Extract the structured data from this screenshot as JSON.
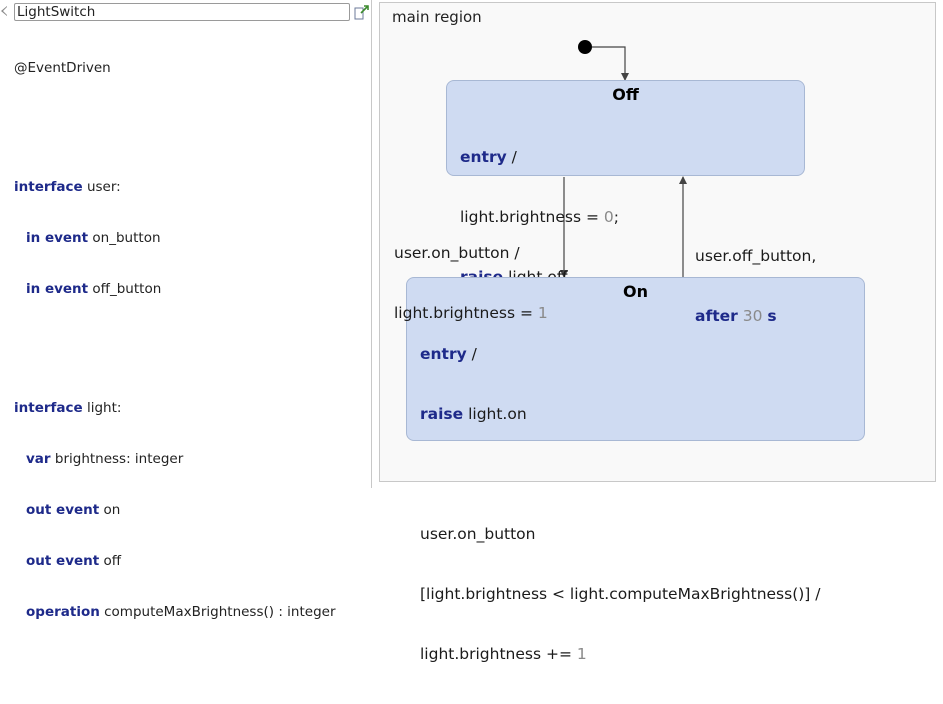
{
  "editor": {
    "statechart_name": "LightSwitch",
    "annotation": "@EventDriven",
    "interfaces": [
      {
        "keyword": "interface",
        "name": "user:",
        "members": [
          {
            "keyword": "in event",
            "text": "on_button"
          },
          {
            "keyword": "in event",
            "text": "off_button"
          }
        ]
      },
      {
        "keyword": "interface",
        "name": "light:",
        "members": [
          {
            "keyword": "var",
            "text": "brightness: integer"
          },
          {
            "keyword": "out event",
            "text": "on"
          },
          {
            "keyword": "out event",
            "text": "off"
          },
          {
            "keyword": "operation",
            "text": "computeMaxBrightness() : integer"
          }
        ]
      }
    ]
  },
  "diagram": {
    "region_title": "main region",
    "states": {
      "off": {
        "name": "Off",
        "entry_keyword": "entry",
        "entry_slash": " /",
        "assign_text": "light.brightness = ",
        "assign_value": "0",
        "assign_end": ";",
        "raise_keyword": "raise",
        "raise_text": " light.off"
      },
      "on": {
        "name": "On",
        "entry_keyword": "entry",
        "entry_slash": " /",
        "raise_keyword": "raise",
        "raise_text": " light.on",
        "local_trigger": "user.on_button",
        "local_guard": "[light.brightness < light.computeMaxBrightness()] /",
        "local_effect_text": "light.brightness += ",
        "local_effect_value": "1"
      }
    },
    "transitions": {
      "off_to_on": {
        "trigger": "user.on_button /",
        "effect_text": "light.brightness = ",
        "effect_value": "1"
      },
      "on_to_off": {
        "trigger": "user.off_button,",
        "after_keyword": "after",
        "after_value": "30",
        "unit_keyword": "s"
      }
    },
    "colors": {
      "state_fill": "#cfdbf2",
      "state_border": "#a8b8d4",
      "keyword": "#1e2a8a",
      "number": "#8a8a8a",
      "canvas": "#f9f9f9"
    }
  }
}
